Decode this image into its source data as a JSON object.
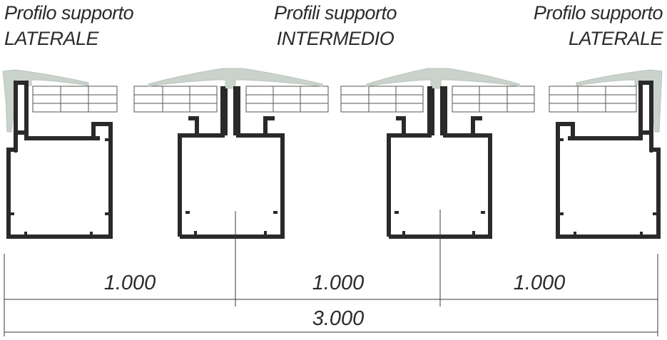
{
  "labels": {
    "left": {
      "line1": "Profilo supporto",
      "line2": "LATERALE"
    },
    "middle": {
      "line1": "Profili supporto",
      "line2": "INTERMEDIO"
    },
    "right": {
      "line1": "Profilo supporto",
      "line2": "LATERALE"
    }
  },
  "dimensions": {
    "span1": "1.000",
    "span2": "1.000",
    "span3": "1.000",
    "total": "3.000"
  },
  "colors": {
    "profile": "#2a2a2a",
    "cover_cap": "#c9d3cc",
    "panel_line": "#555555"
  }
}
